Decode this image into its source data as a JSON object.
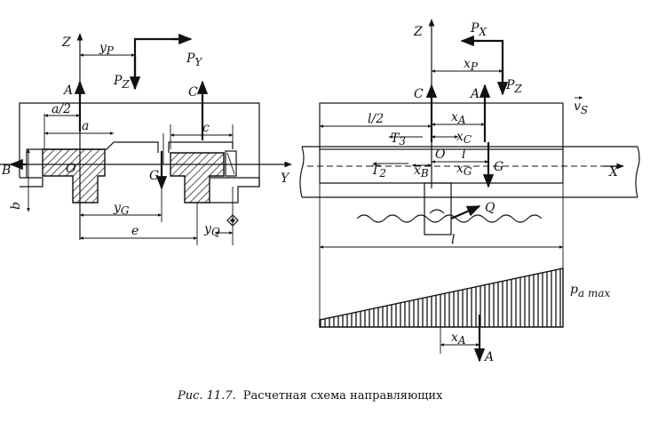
{
  "caption": {
    "prefix": "Рис. 11.7.",
    "text": "Расчетная схема направляющих"
  },
  "left_view": {
    "axis_z": "Z",
    "axis_y": "Y",
    "dim_yp": "y",
    "dim_yp_sub": "P",
    "force_pz": "P",
    "force_pz_sub": "Z",
    "force_py": "P",
    "force_py_sub": "Y",
    "point_a": "A",
    "point_c": "C",
    "point_b": "B",
    "point_o": "O",
    "point_g": "G",
    "dim_a_half": "a/2",
    "dim_a": "a",
    "dim_c": "c",
    "dim_b": "b",
    "dim_yg": "y",
    "dim_yg_sub": "G",
    "dim_e": "e",
    "dim_yq": "y",
    "dim_yq_sub": "Q"
  },
  "right_view": {
    "axis_z": "Z",
    "axis_x": "X",
    "force_px": "P",
    "force_px_sub": "X",
    "dim_xp": "x",
    "dim_xp_sub": "P",
    "force_pz": "P",
    "force_pz_sub": "Z",
    "point_c": "C",
    "point_a": "A",
    "point_o": "O",
    "point_g": "G",
    "velocity": "v",
    "velocity_sub": "S",
    "dim_l_half": "l/2",
    "dim_xa": "x",
    "dim_xa_sub": "A",
    "dim_t3": "T",
    "dim_t3_sub": "3",
    "dim_xc": "x",
    "dim_xc_sub": "C",
    "dim_t2": "T",
    "dim_t2_sub": "2",
    "dim_xb": "x",
    "dim_xb_sub": "B",
    "dim_xg": "x",
    "dim_xg_sub": "G",
    "dim_small_l": "l",
    "label_q": "Q",
    "dim_l": "l",
    "diagram_label": "p",
    "diagram_label_sub": "a max",
    "dim_xa_bottom": "x",
    "dim_xa_bottom_sub": "A",
    "reaction_a": "A"
  }
}
